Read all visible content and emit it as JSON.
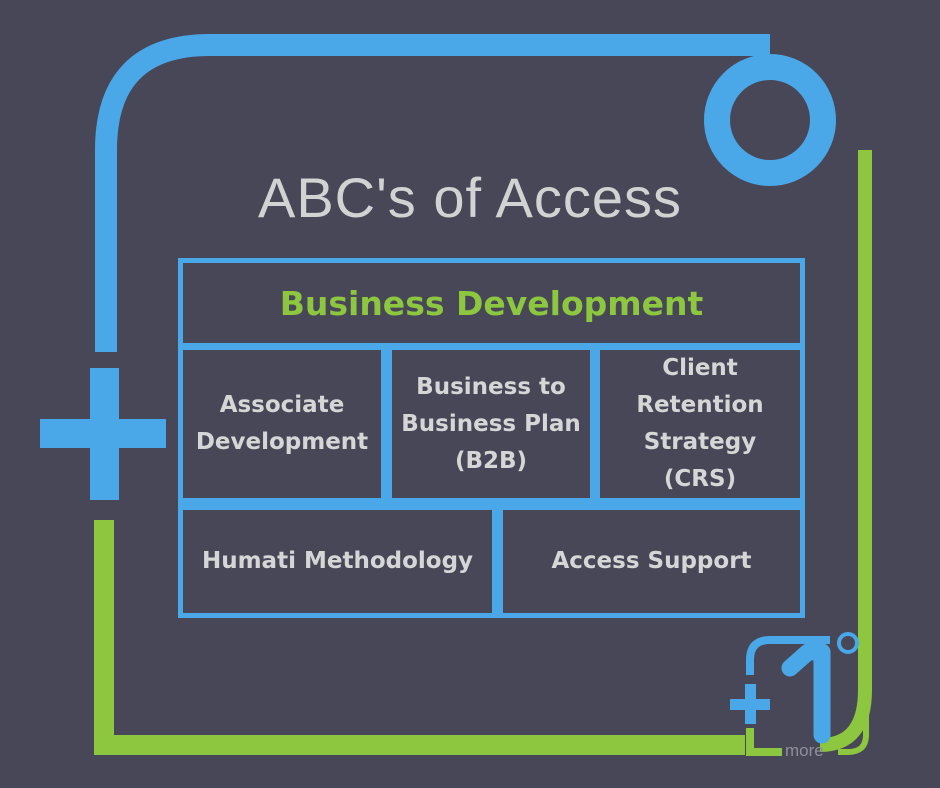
{
  "title": "ABC's of Access",
  "header_cell": "Business Development",
  "row2": [
    "Associate\nDevelopment",
    "Business to\nBusiness Plan\n(B2B)",
    "Client\nRetention\nStrategy\n(CRS)"
  ],
  "row3": [
    "Humati Methodology",
    "Access Support"
  ],
  "logo": {
    "text": "+1°",
    "subtext": "more"
  },
  "colors": {
    "background": "#484757",
    "blue": "#4aa8e8",
    "green": "#8dc63f",
    "text": "#d6d6d6"
  }
}
